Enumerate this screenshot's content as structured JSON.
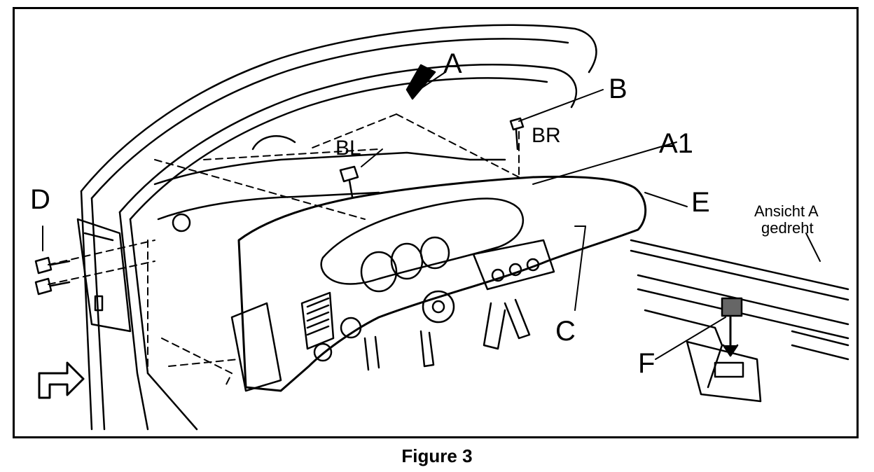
{
  "figure": {
    "caption": "Figure 3",
    "callouts": {
      "a": "A",
      "b": "B",
      "bl": "BL",
      "br": "BR",
      "a1": "A1",
      "d": "D",
      "e": "E",
      "c": "C",
      "f": "F"
    },
    "view_note": {
      "line1": "Ansicht A",
      "line2": "gedreht"
    }
  }
}
